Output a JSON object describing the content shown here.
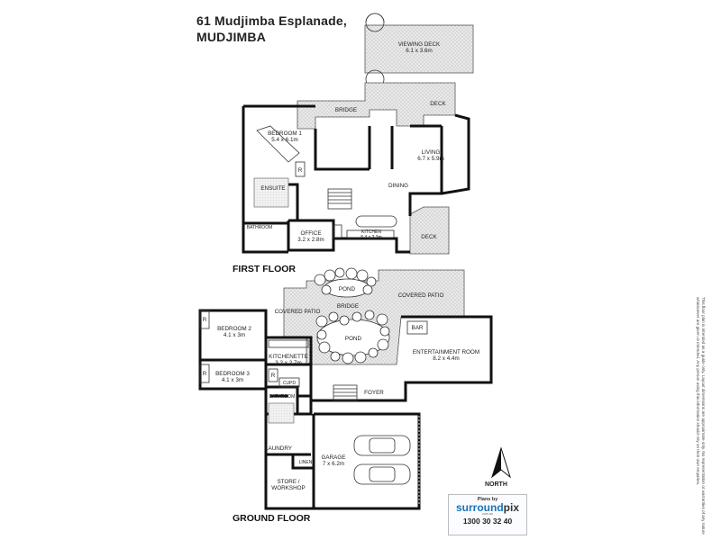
{
  "header": {
    "address_line1": "61 Mudjimba Esplanade,",
    "address_line2": "MUDJIMBA"
  },
  "floors": {
    "first": "FIRST FLOOR",
    "ground": "GROUND FLOOR"
  },
  "rooms": {
    "viewing_deck": {
      "name": "VIEWING DECK",
      "size": "6.1 x 3.6m"
    },
    "bridge_first": "BRIDGE",
    "deck_top": "DECK",
    "bedroom1": {
      "name": "BEDROOM 1",
      "size": "5.4 x 6.1m"
    },
    "living": {
      "name": "LIVING",
      "size": "6.7 x 5.9m"
    },
    "ensuite": "ENSUITE",
    "dining": "DINING",
    "bathroom_first": "BATHROOM",
    "office": {
      "name": "OFFICE",
      "size": "3.2 x 2.8m"
    },
    "kitchen": {
      "name": "KITCHEN",
      "size": "5.4 x 3.3m"
    },
    "deck_side": "DECK",
    "pond_top": "POND",
    "covered_patio_right": "COVERED PATIO",
    "covered_patio_left": "COVERED PATIO",
    "bridge_ground": "BRIDGE",
    "pond_main": "POND",
    "bedroom2": {
      "name": "BEDROOM 2",
      "size": "4.1 x 3m"
    },
    "bar": "BAR",
    "entertainment": {
      "name": "ENTERTAINMENT ROOM",
      "size": "8.2 x 4.4m"
    },
    "kitchenette": {
      "name": "KITCHENETTE",
      "size": "3.2 x 2.7m"
    },
    "bedroom3": {
      "name": "BEDROOM 3",
      "size": "4.1 x 3m"
    },
    "cupd": "CUPD",
    "bathroom_ground": "BATHROOM",
    "foyer": "FOYER",
    "laundry": "LAUNDRY",
    "garage": {
      "name": "GARAGE",
      "size": "7 x 6.2m"
    },
    "linen": "LINEN",
    "store": {
      "name": "STORE /",
      "name2": "WORKSHOP"
    },
    "robe": "R"
  },
  "compass": {
    "label": "NORTH"
  },
  "logo": {
    "top": "Plans by",
    "brand_a": "surround",
    "brand_b": "pix",
    "sub": "com.au",
    "phone": "1300 30 32 40"
  },
  "disclaimer": "This floor plan is intended as a guide only. Layout dimensions are approximate only. No representation or warranties of any nature whatsoever are given or intended. Any person using this information should rely on their own enquiries."
}
